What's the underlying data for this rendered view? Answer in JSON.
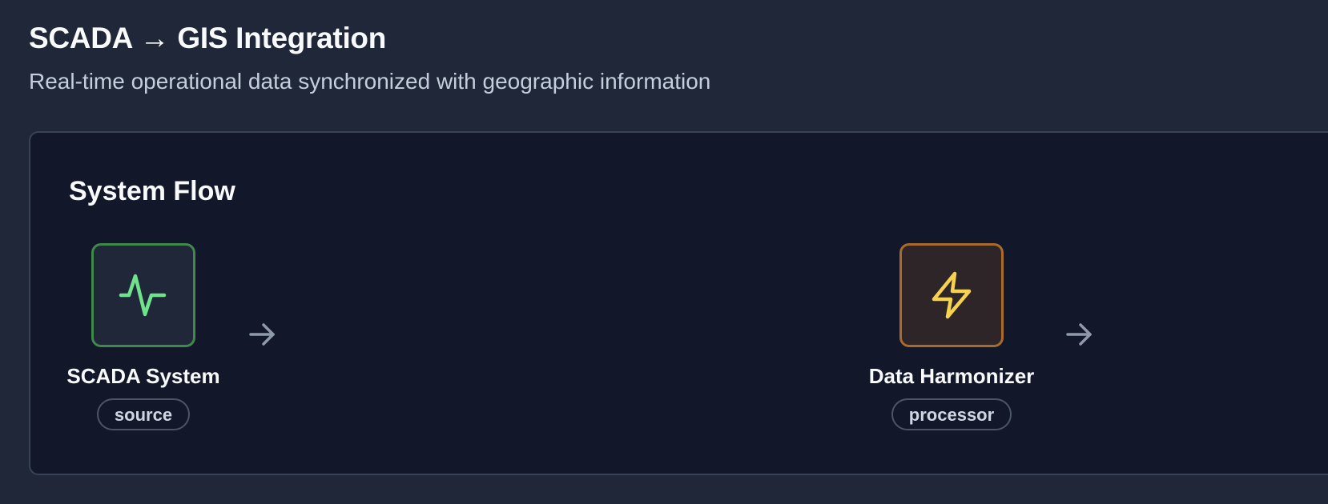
{
  "header": {
    "title": "SCADA → GIS Integration",
    "subtitle": "Real-time operational data synchronized with geographic information"
  },
  "flow": {
    "title": "System Flow",
    "nodes": [
      {
        "label": "SCADA System",
        "badge": "source",
        "icon": "activity-icon",
        "border_color": "#3f8a4b",
        "bg_color": "#1f2738",
        "icon_color": "#6ee38b"
      },
      {
        "label": "Data Harmonizer",
        "badge": "processor",
        "icon": "lightning-bolt-icon",
        "border_color": "#a96a2a",
        "bg_color": "#2d2527",
        "icon_color": "#f6d24e"
      }
    ],
    "connector_color": "#8f99ab"
  }
}
